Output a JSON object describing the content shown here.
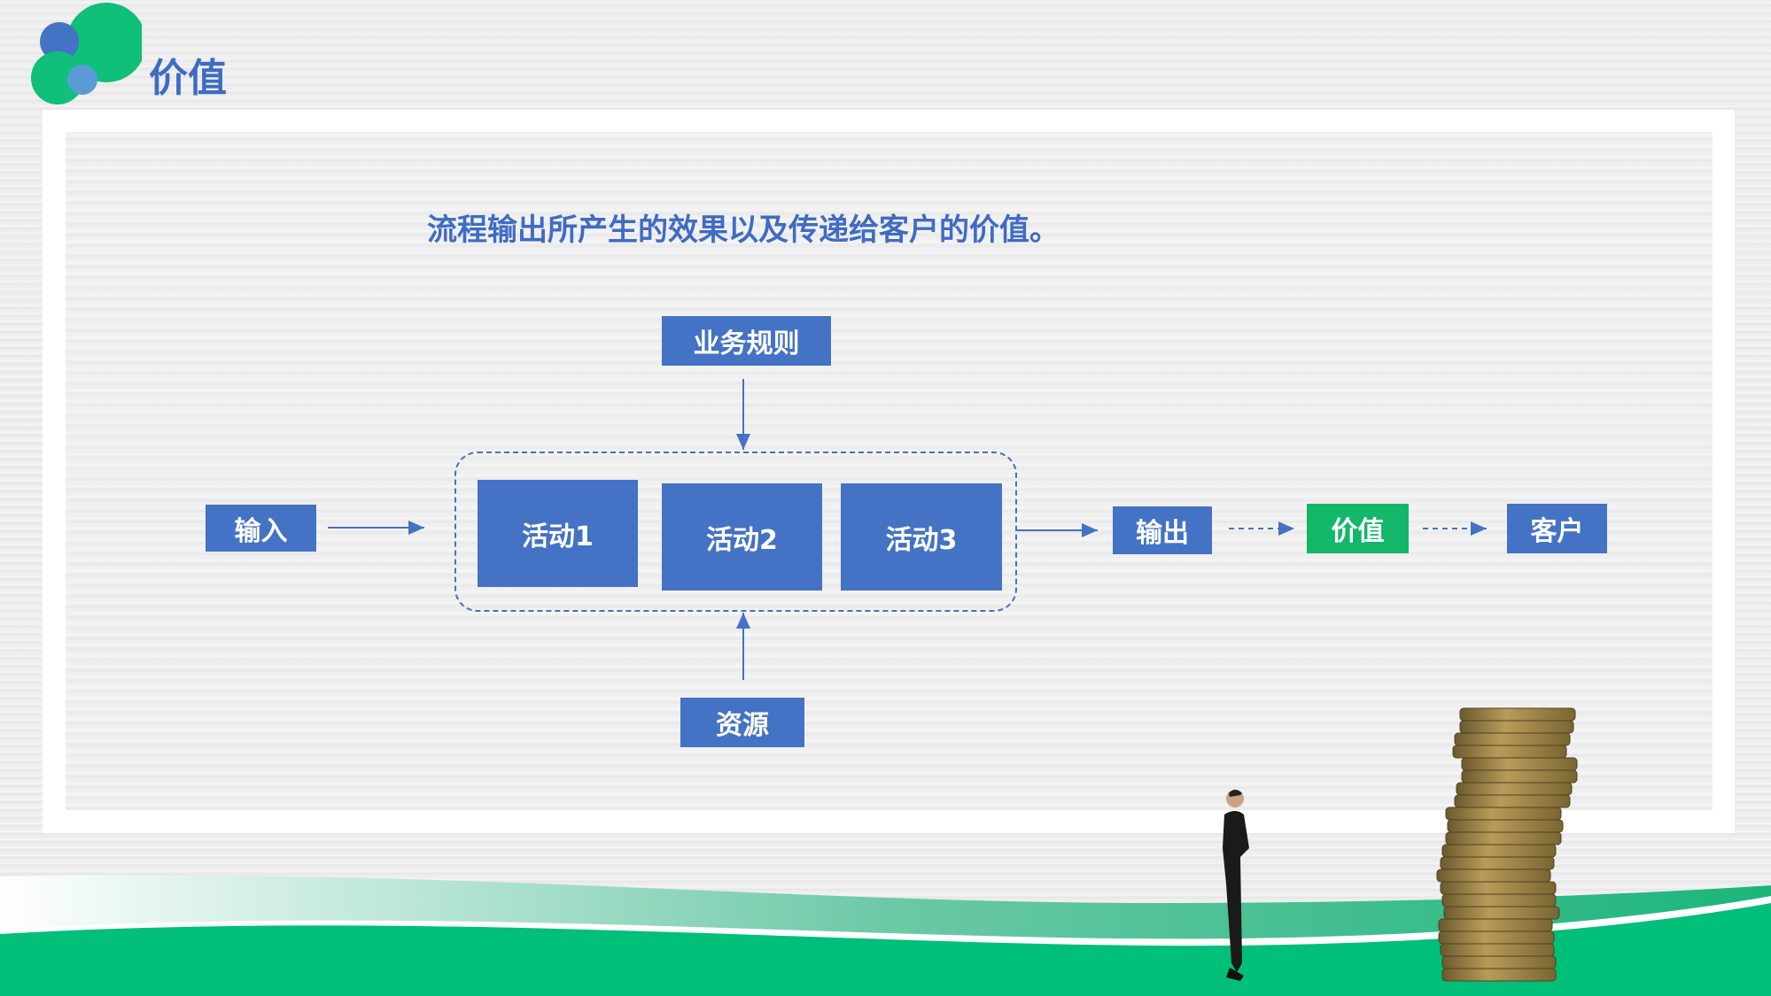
{
  "header": {
    "title": "价值"
  },
  "subtitle": "流程输出所产生的效果以及传递给客户的价值。",
  "diagram": {
    "rules": "业务规则",
    "input": "输入",
    "activities": [
      "活动1",
      "活动2",
      "活动3"
    ],
    "resources": "资源",
    "output": "输出",
    "value": "价值",
    "customer": "客户"
  },
  "colors": {
    "primary": "#4472c4",
    "accent": "#12b76a",
    "title": "#3f6bc4"
  }
}
